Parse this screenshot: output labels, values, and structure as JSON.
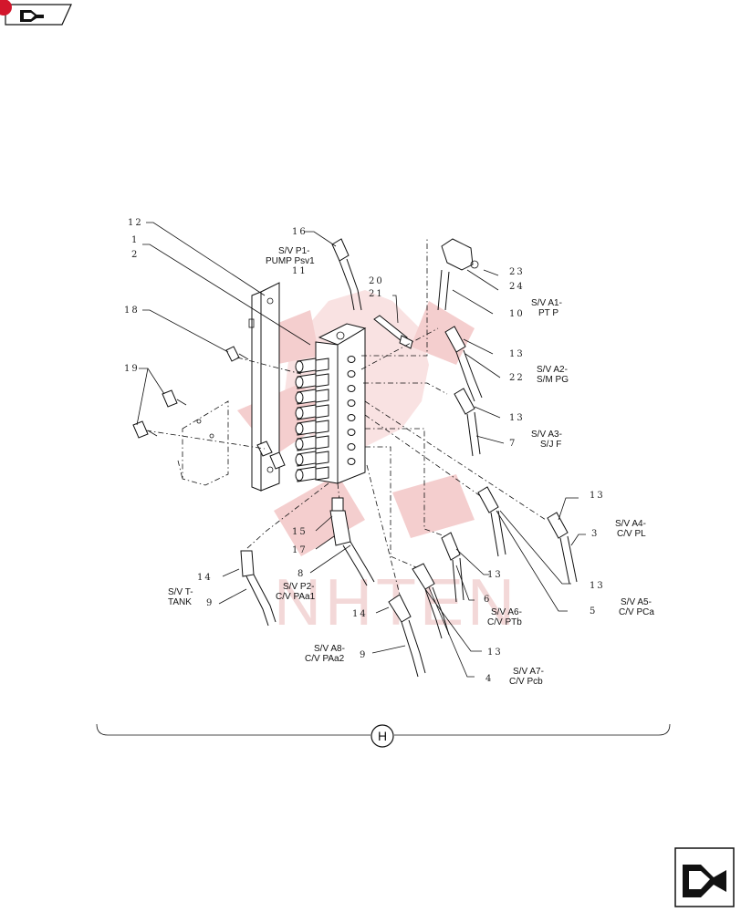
{
  "nav": {
    "top_badge_icon": "red-circle-badge",
    "top_nav_icon": "back-arrow-icon",
    "bottom_nav_icon": "forward-arrow-icon"
  },
  "watermark": {
    "text": "NHTEN",
    "color": "#f3c6c6"
  },
  "section_marker": {
    "letter": "H"
  },
  "callouts": {
    "c1": "1",
    "c2": "2",
    "c3": "3",
    "c4": "4",
    "c5": "5",
    "c6": "6",
    "c7": "7",
    "c8": "8",
    "c9a": "9",
    "c9b": "9",
    "c10": "10",
    "c11": "11",
    "c12": "12",
    "c13a": "13",
    "c13b": "13",
    "c13c": "13",
    "c13d": "13",
    "c13e": "13",
    "c13f": "13",
    "c14a": "14",
    "c14b": "14",
    "c15": "15",
    "c16": "16",
    "c17": "17",
    "c18": "18",
    "c19": "19",
    "c20": "20",
    "c21": "21",
    "c22": "22",
    "c23": "23",
    "c24": "24"
  },
  "port_labels": {
    "p1_l1": "S/V P1-",
    "p1_l2": "PUMP Psv1",
    "a1_l1": "S/V A1-",
    "a1_l2": "PT P",
    "a2_l1": "S/V A2-",
    "a2_l2": "S/M PG",
    "a3_l1": "S/V A3-",
    "a3_l2": "S/J F",
    "a4_l1": "S/V A4-",
    "a4_l2": "C/V PL",
    "a5_l1": "S/V A5-",
    "a5_l2": "C/V PCa",
    "a6_l1": "S/V A6-",
    "a6_l2": "C/V PTb",
    "a7_l1": "S/V A7-",
    "a7_l2": "C/V Pcb",
    "a8_l1": "S/V A8-",
    "a8_l2": "C/V PAa2",
    "p2_l1": "S/V P2-",
    "p2_l2": "C/V PAa1",
    "t_l1": "S/V T-",
    "t_l2": "TANK"
  }
}
